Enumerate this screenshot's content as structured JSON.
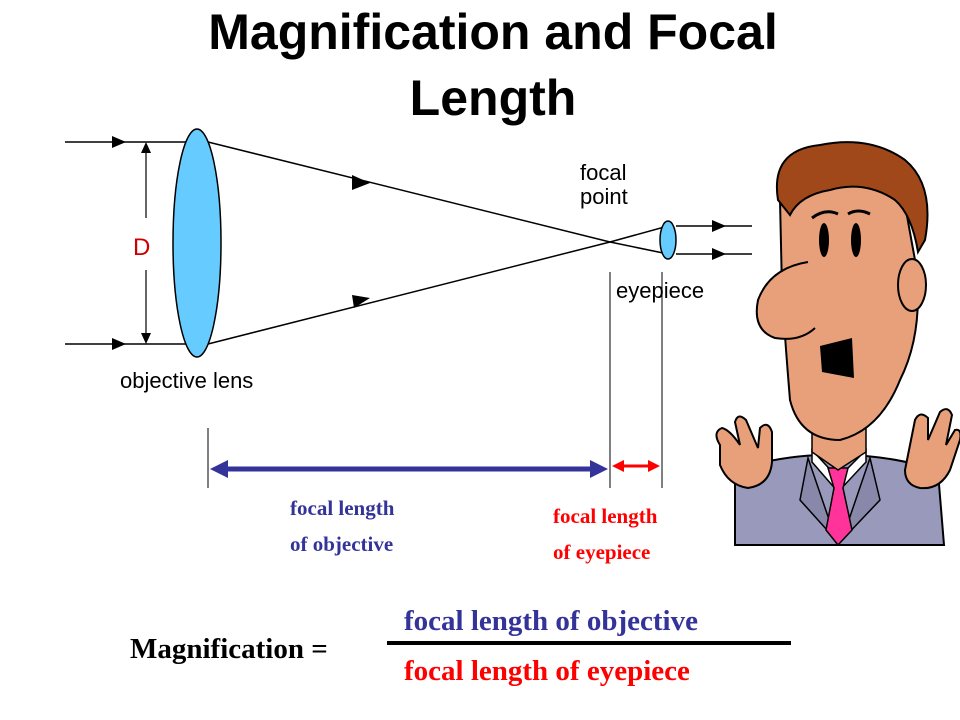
{
  "title": {
    "line1": "Magnification and Focal",
    "line2": "Length"
  },
  "diagram": {
    "aperture_label": "D",
    "objective_label": "objective lens",
    "focal_point_line1": "focal",
    "focal_point_line2": "point",
    "eyepiece_label": "eyepiece"
  },
  "captions": {
    "objective_line1": "focal length",
    "objective_line2": "of objective",
    "eyepiece_line1": "focal length",
    "eyepiece_line2": "of eyepiece"
  },
  "formula": {
    "lhs": "Magnification =",
    "numerator": "focal length of objective",
    "denominator": "focal length of eyepiece"
  },
  "colors": {
    "objective": "#333399",
    "eyepiece": "#ff0000",
    "lens_fill": "#66ccff",
    "skin": "#e8a07a",
    "hair": "#a0481a",
    "suit": "#9999bb",
    "tie": "#ff3399"
  }
}
